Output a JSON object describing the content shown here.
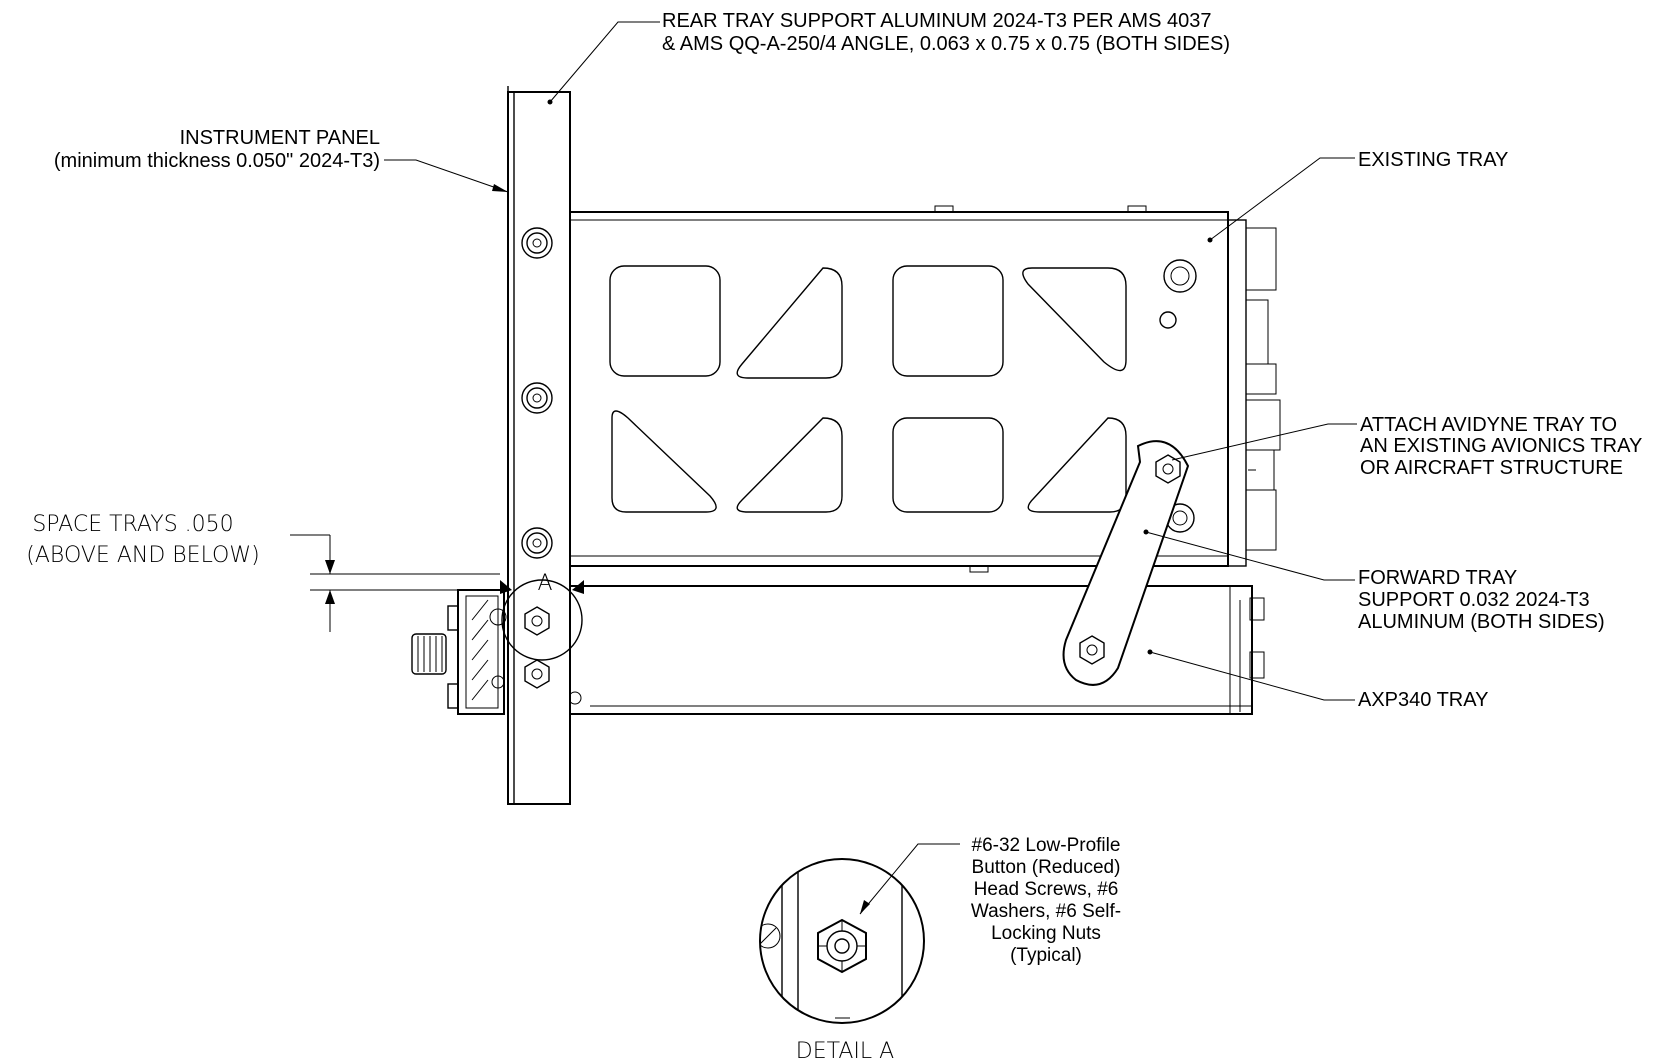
{
  "callouts": {
    "rear_support": {
      "line1": "REAR TRAY SUPPORT ALUMINUM 2024-T3 PER AMS 4037",
      "line2": "& AMS QQ-A-250/4 ANGLE, 0.063 x 0.75 x 0.75 (BOTH SIDES)"
    },
    "instrument_panel": {
      "line1": "INSTRUMENT PANEL",
      "line2": "(minimum thickness 0.050\" 2024-T3)"
    },
    "existing_tray": {
      "line1": "EXISTING TRAY"
    },
    "attach": {
      "line1": "ATTACH AVIDYNE TRAY TO",
      "line2": "AN EXISTING AVIONICS TRAY",
      "line3": "OR AIRCRAFT STRUCTURE"
    },
    "forward_support": {
      "line1": "FORWARD TRAY",
      "line2": "SUPPORT 0.032 2024-T3",
      "line3": "ALUMINUM (BOTH SIDES)"
    },
    "axp_tray": {
      "line1": "AXP340 TRAY"
    },
    "space_trays": {
      "line1": "SPACE TRAYS .050",
      "line2": "(ABOVE AND BELOW)"
    },
    "detail_marker": "A",
    "hardware": {
      "line1": "#6-32 Low-Profile",
      "line2": "Button (Reduced)",
      "line3": "Head Screws, #6",
      "line4": "Washers, #6 Self-",
      "line5": "Locking Nuts",
      "line6": "(Typical)"
    },
    "detail_title": "DETAIL A"
  },
  "colors": {
    "line": "#000000",
    "background": "#ffffff"
  }
}
